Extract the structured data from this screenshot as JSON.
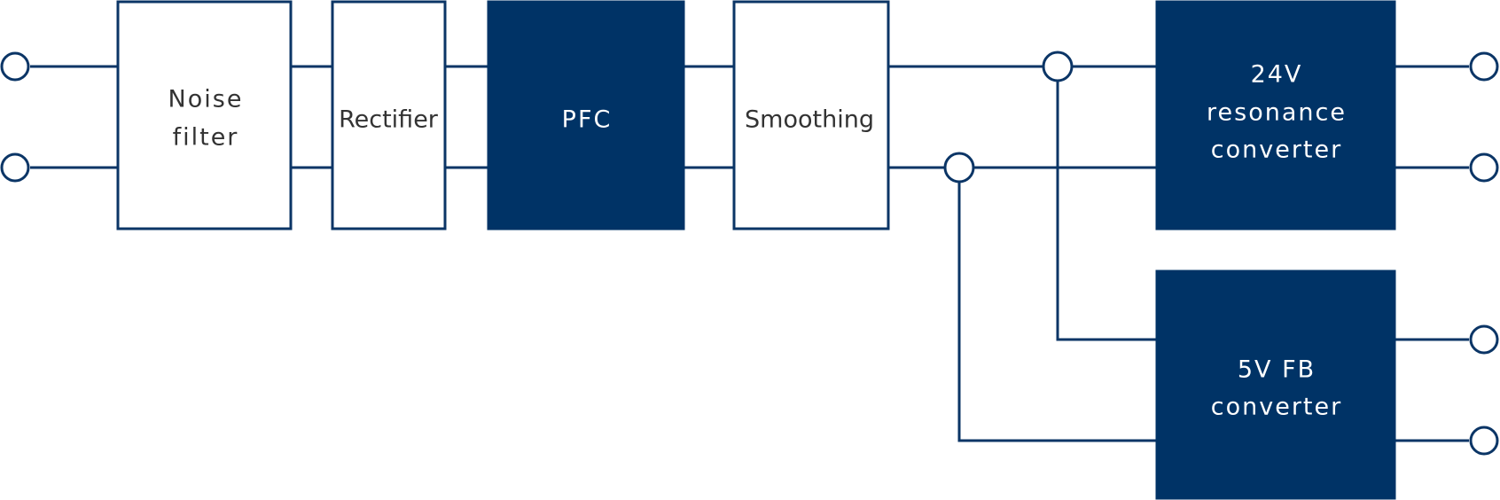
{
  "colors": {
    "accent": "#003366",
    "line": "#0b3566",
    "text_dark": "#333333",
    "text_light": "#ffffff",
    "background": "#ffffff"
  },
  "blocks": {
    "noise_filter": {
      "line1": "Noise",
      "line2": "filter"
    },
    "rectifier": {
      "line1": "Rectifier"
    },
    "pfc": {
      "line1": "PFC"
    },
    "smoothing": {
      "line1": "Smoothing"
    },
    "resonance_converter": {
      "line1": "24V",
      "line2": "resonance",
      "line3": "converter"
    },
    "fb_converter": {
      "line1": "5V FB",
      "line2": "converter"
    }
  }
}
